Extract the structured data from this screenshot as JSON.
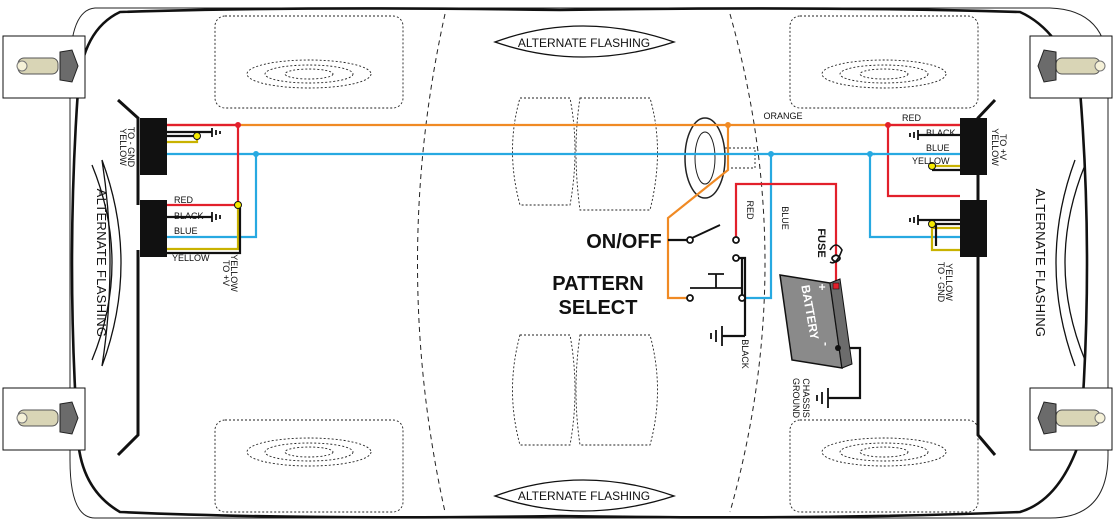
{
  "colors": {
    "red": "#e2202b",
    "orange": "#f08a24",
    "blue": "#27a9e1",
    "black": "#111111",
    "yellow_wire": "#c9b200",
    "yellow_node": "#f5ea00",
    "battery": "#8a8a8a",
    "light_body": "#e6e2c8"
  },
  "labels": {
    "alternate_flashing_top": "ALTERNATE FLASHING",
    "alternate_flashing_bottom": "ALTERNATE FLASHING",
    "alternate_flashing_left": "ALTERNATE FLASHING",
    "alternate_flashing_right": "ALTERNATE FLASHING",
    "orange": "ORANGE",
    "on_off": "ON/OFF",
    "pattern": "PATTERN",
    "select": "SELECT",
    "fuse": "FUSE",
    "battery": "BATTERY",
    "plus": "+",
    "minus": "-",
    "red_switch": "RED",
    "blue_switch": "BLUE",
    "black_switch": "BLACK",
    "chassis": "CHASSIS",
    "ground": "GROUND",
    "front_left": {
      "yellow": "YELLOW",
      "to_gnd": "TO - GND"
    },
    "rear_left": {
      "red": "RED",
      "black": "BLACK",
      "blue": "BLUE",
      "yellow": "YELLOW",
      "yellow2": "YELLOW",
      "to_v": "TO +V"
    },
    "front_right": {
      "red": "RED",
      "black": "BLACK",
      "blue": "BLUE",
      "yellow": "YELLOW",
      "yellow2": "YELLOW",
      "to_v": "TO +V"
    },
    "rear_right": {
      "yellow": "YELLOW",
      "to_gnd": "TO - GND"
    }
  }
}
